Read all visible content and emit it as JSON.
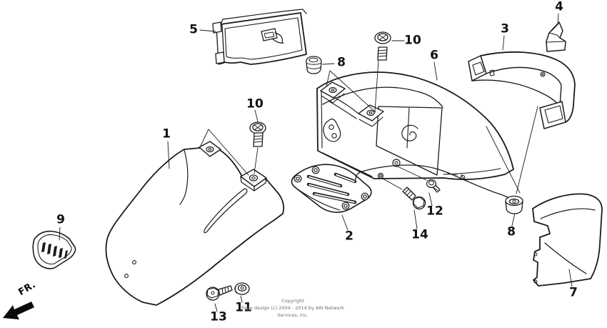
{
  "diagram": {
    "callouts": [
      {
        "id": "1",
        "label": "1"
      },
      {
        "id": "2",
        "label": "2"
      },
      {
        "id": "3",
        "label": "3"
      },
      {
        "id": "4",
        "label": "4"
      },
      {
        "id": "5",
        "label": "5"
      },
      {
        "id": "6",
        "label": "6"
      },
      {
        "id": "7",
        "label": "7"
      },
      {
        "id": "8a",
        "label": "8"
      },
      {
        "id": "8b",
        "label": "8"
      },
      {
        "id": "9",
        "label": "9"
      },
      {
        "id": "10a",
        "label": "10"
      },
      {
        "id": "10b",
        "label": "10"
      },
      {
        "id": "11",
        "label": "11"
      },
      {
        "id": "12",
        "label": "12"
      },
      {
        "id": "13",
        "label": "13"
      },
      {
        "id": "14",
        "label": "14"
      }
    ],
    "direction_label": "FR.",
    "copyright_line1": "Copyright",
    "copyright_line2": "Page design (c) 2004 - 2014 by ARI Network Services, Inc.",
    "colors": {
      "line": "#1a1a1a",
      "background": "#ffffff",
      "label_text": "#111111",
      "copyright_text": "#6f6f6f"
    }
  }
}
